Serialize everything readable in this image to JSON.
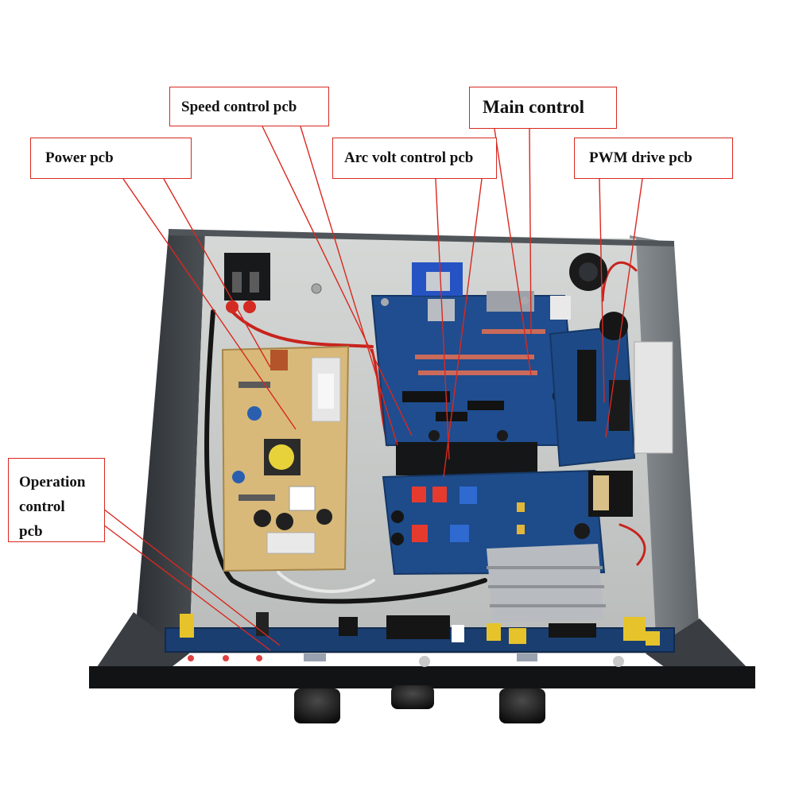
{
  "callouts": {
    "speed": "Speed control pcb",
    "main": "Main control",
    "power": "Power pcb",
    "arc": "Arc volt control pcb",
    "pwm": "PWM drive pcb",
    "operation": [
      "Operation",
      "control",
      "pcb"
    ]
  },
  "colors": {
    "callout_border": "#d9281f",
    "leader_line": "#d9281f",
    "chassis": "#2a2c30",
    "backplate": "#c9ccc9",
    "pcb_blue": "#1f4d8f",
    "power_pcb": "#d8b97a"
  }
}
